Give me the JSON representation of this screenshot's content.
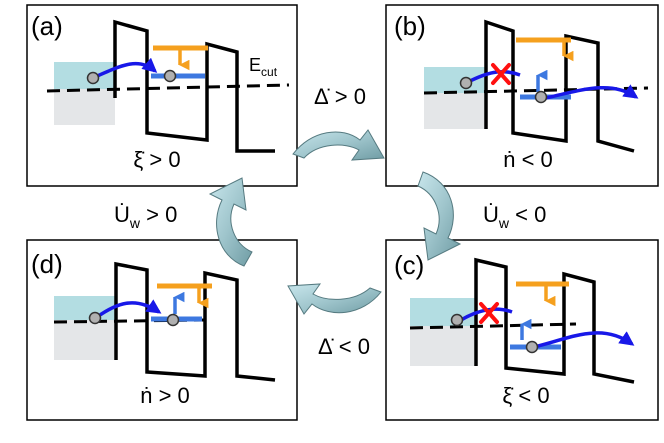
{
  "panels": {
    "a": {
      "tag": "(a)",
      "caption": "ξ̇ > 0",
      "ecut_base": "E",
      "ecut_sub": "cut"
    },
    "b": {
      "tag": "(b)",
      "caption": "ṅ < 0"
    },
    "c": {
      "tag": "(c)",
      "caption": "ξ̇ < 0"
    },
    "d": {
      "tag": "(d)",
      "caption": "ṅ > 0"
    }
  },
  "transitions": {
    "top": {
      "text": "Δ̇ > 0"
    },
    "bottom": {
      "text": "Δ̇ < 0"
    },
    "right": {
      "base": "U̇",
      "sub": "w",
      "rest": " < 0"
    },
    "left": {
      "base": "U̇",
      "sub": "w",
      "rest": " > 0"
    }
  },
  "colors": {
    "bar_orange": "#f5a01e",
    "level_blue": "#3d78e0",
    "arrow_blue": "#1818e8",
    "block_red": "#ff1010",
    "lead_fill": "#b3dde2",
    "lead_fill_low": "#e4e6e8",
    "cycle_arrow": "#a8d0d8"
  }
}
